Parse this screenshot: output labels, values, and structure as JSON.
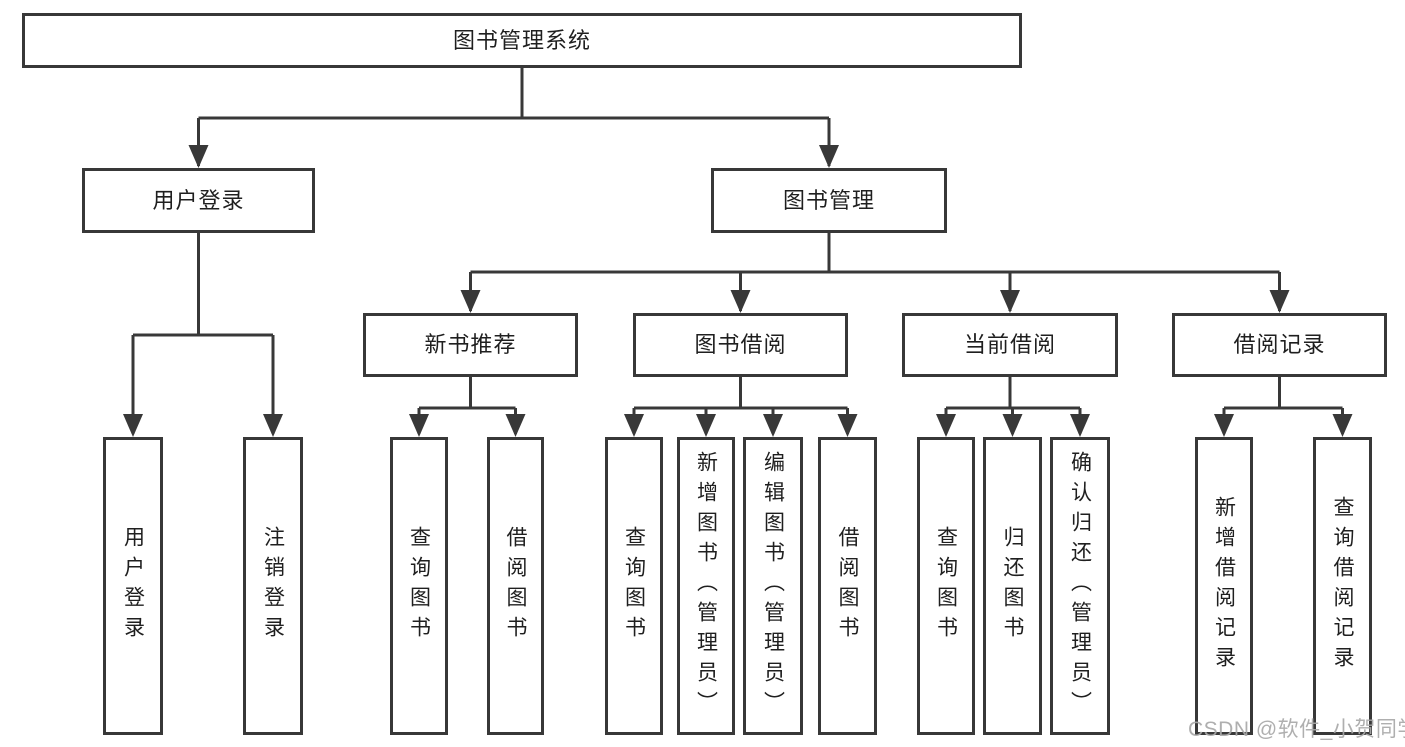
{
  "diagram": {
    "root_label": "图书管理系统",
    "level2": {
      "user_login": "用户登录",
      "book_mgmt": "图书管理"
    },
    "level3": {
      "new_book_rec": "新书推荐",
      "book_borrow": "图书借阅",
      "current_borrow": "当前借阅",
      "borrow_record": "借阅记录"
    },
    "leaves": {
      "user_login": [
        "用户登录",
        "注销登录"
      ],
      "new_book_rec": [
        "查询图书",
        "借阅图书"
      ],
      "book_borrow": [
        "查询图书",
        "新增图书（管理员）",
        "编辑图书（管理员）",
        "借阅图书"
      ],
      "current_borrow": [
        "查询图书",
        "归还图书",
        "确认归还（管理员）"
      ],
      "borrow_record": [
        "新增借阅记录",
        "查询借阅记录"
      ]
    }
  },
  "watermark": {
    "text": "CSDN @软件_小贺同学"
  },
  "colors": {
    "line": "#383838",
    "box_border": "#383838",
    "text": "#1f1f1f",
    "watermark": "#a9a9a9",
    "background": "#ffffff"
  }
}
